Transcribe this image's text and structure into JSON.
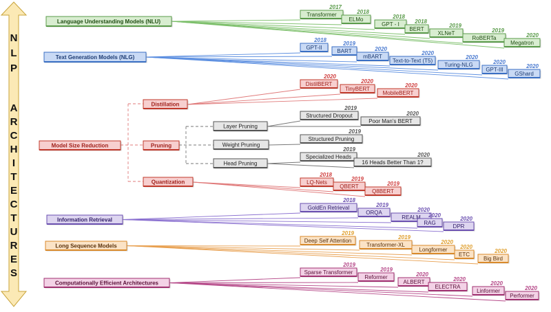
{
  "side_title": "NLP ARCHITECTURES",
  "colors": {
    "green": {
      "fill": "#d8edd0",
      "stroke": "#5a9b4a",
      "line": "#7cbf6a",
      "text": "#1f4d12",
      "year": "#5a9b4a"
    },
    "blue": {
      "fill": "#c9daf5",
      "stroke": "#3a6fc4",
      "line": "#5b8ee0",
      "text": "#1b3a72",
      "year": "#4a7ad0"
    },
    "red": {
      "fill": "#f7cfcf",
      "stroke": "#c0392b",
      "line": "#e07a7a",
      "text": "#a0201a",
      "year": "#d04040"
    },
    "gray": {
      "fill": "#e6e6e6",
      "stroke": "#555555",
      "line": "#777777",
      "text": "#222222",
      "year": "#555555"
    },
    "purple": {
      "fill": "#ddd5f0",
      "stroke": "#6a4fb0",
      "line": "#8a70d0",
      "text": "#33206a",
      "year": "#6a4fb0"
    },
    "orange": {
      "fill": "#fbe3c6",
      "stroke": "#d98a2b",
      "line": "#e8a050",
      "text": "#5a3008",
      "year": "#e0a030"
    },
    "magenta": {
      "fill": "#f3d2e6",
      "stroke": "#a03070",
      "line": "#b54888",
      "text": "#5a1038",
      "year": "#b54888"
    },
    "arrow": "#fbe9b5",
    "arrow_stroke": "#c9a43a"
  },
  "groups": [
    {
      "label": "Language Understanding Models (NLU)",
      "color": "green",
      "models": [
        {
          "name": "Transformer",
          "year": "2017"
        },
        {
          "name": "ELMo",
          "year": "2018"
        },
        {
          "name": "GPT - I",
          "year": "2018"
        },
        {
          "name": "BERT",
          "year": "2018"
        },
        {
          "name": "XLNeT",
          "year": "2019"
        },
        {
          "name": "RoBERTa",
          "year": "2019"
        },
        {
          "name": "Megatron",
          "year": "2020"
        }
      ]
    },
    {
      "label": "Text Generation Models (NLG)",
      "color": "blue",
      "models": [
        {
          "name": "GPT-II",
          "year": "2018"
        },
        {
          "name": "BART",
          "year": "2019"
        },
        {
          "name": "mBART",
          "year": "2020"
        },
        {
          "name": "Text-to-Text (T5)",
          "year": "2020"
        },
        {
          "name": "Turing-NLG",
          "year": "2020"
        },
        {
          "name": "GPT-III",
          "year": "2020"
        },
        {
          "name": "GShard",
          "year": "2020"
        }
      ]
    },
    {
      "label": "Model Size Reduction",
      "color": "red",
      "models": []
    },
    {
      "label": "Information Retrieval",
      "color": "purple",
      "models": [
        {
          "name": "GoldEn Retrieval",
          "year": "2018"
        },
        {
          "name": "ORQA",
          "year": "2019"
        },
        {
          "name": "REALM",
          "year": "2020"
        },
        {
          "name": "RAG",
          "year": "2020"
        },
        {
          "name": "DPR",
          "year": "2020"
        }
      ]
    },
    {
      "label": "Long Sequence Models",
      "color": "orange",
      "models": [
        {
          "name": "Deep Self Attention",
          "year": "2019"
        },
        {
          "name": "Transformer-XL",
          "year": "2019"
        },
        {
          "name": "Longformer",
          "year": "2020"
        },
        {
          "name": "ETC",
          "year": "2020"
        },
        {
          "name": "Big Bird",
          "year": "2020"
        }
      ]
    },
    {
      "label": "Computationally Efficient Architectures",
      "color": "magenta",
      "models": [
        {
          "name": "Sparse Transformer",
          "year": "2019"
        },
        {
          "name": "Reformer",
          "year": "2019"
        },
        {
          "name": "ALBERT",
          "year": "2020"
        },
        {
          "name": "ELECTRA",
          "year": "2020"
        },
        {
          "name": "Linformer",
          "year": "2020"
        },
        {
          "name": "Performer",
          "year": "2020"
        }
      ]
    }
  ],
  "reduction": {
    "distillation": {
      "label": "Distillation",
      "models": [
        {
          "name": "DistilBERT",
          "year": "2020"
        },
        {
          "name": "TinyBERT",
          "year": "2020"
        },
        {
          "name": "MobileBERT",
          "year": "2020"
        }
      ]
    },
    "pruning": {
      "label": "Pruning",
      "subs": [
        {
          "label": "Layer Pruning",
          "models": [
            {
              "name": "Structured Dropout",
              "year": "2019"
            },
            {
              "name": "Poor Man's BERT",
              "year": "2020"
            }
          ]
        },
        {
          "label": "Weight Pruning",
          "models": [
            {
              "name": "Structured Pruning",
              "year": "2019"
            }
          ]
        },
        {
          "label": "Head  Pruning",
          "models": [
            {
              "name": "Specialized Heads",
              "year": "2019"
            },
            {
              "name": "16 Heads Better Than 1?",
              "year": "2020"
            }
          ]
        }
      ]
    },
    "quantization": {
      "label": "Quantization",
      "models": [
        {
          "name": "LQ-Nets",
          "year": "2018"
        },
        {
          "name": "QBERT",
          "year": "2019"
        },
        {
          "name": "Q8BERT",
          "year": "2019"
        }
      ]
    }
  }
}
